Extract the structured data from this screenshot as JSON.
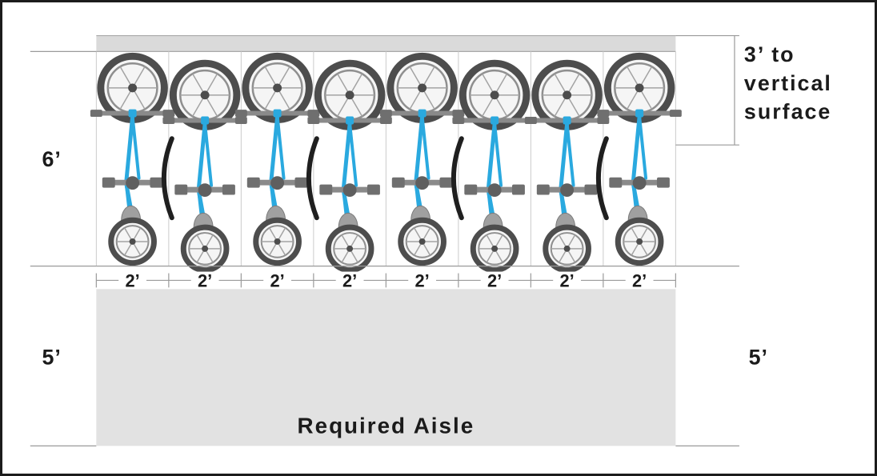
{
  "diagram": {
    "type": "vertical-bike-parking-plan",
    "labels": {
      "rack_depth": "6’",
      "aisle_left": "5’",
      "aisle_right": "5’",
      "aisle_name": "Required Aisle"
    },
    "clearance_lines": [
      "3’ to",
      "vertical",
      "surface"
    ],
    "spacing_labels": [
      "2’",
      "2’",
      "2’",
      "2’",
      "2’",
      "2’",
      "2’",
      "2’"
    ],
    "colors": {
      "frame": "#2aa9df",
      "tire": "#4d4d4d",
      "wall": "#dadada",
      "aisle": "#e2e2e2"
    }
  }
}
